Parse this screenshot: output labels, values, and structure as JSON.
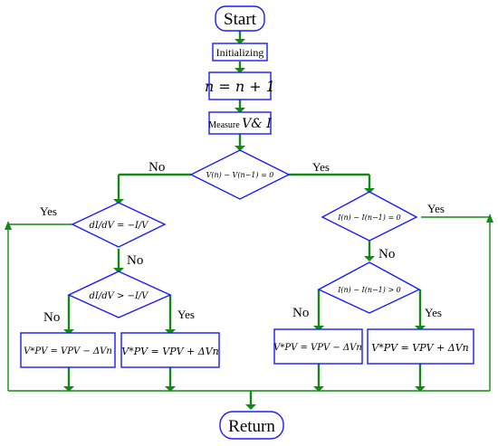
{
  "start": "Start",
  "init": "Initializing",
  "increment": "n = n + 1",
  "measure_prefix": "Measure ",
  "measure_vars": "V& I",
  "cond_v": "V(n) − V(n−1) = 0",
  "cond_didv_eq": "dI/dV = −I/V",
  "cond_didv_gt": "dI/dV > −I/V",
  "cond_i_eq": "I(n) − I(n−1) = 0",
  "cond_i_gt": "I(n) − I(n−1) > 0",
  "action_dec": "V*PV = VPV − ΔVn",
  "action_inc": "V*PV = VPV + ΔVn",
  "return": "Return",
  "labels": {
    "yes": "Yes",
    "no": "No"
  },
  "colors": {
    "box_stroke": "#1a1aff",
    "flow": "#138a13"
  }
}
